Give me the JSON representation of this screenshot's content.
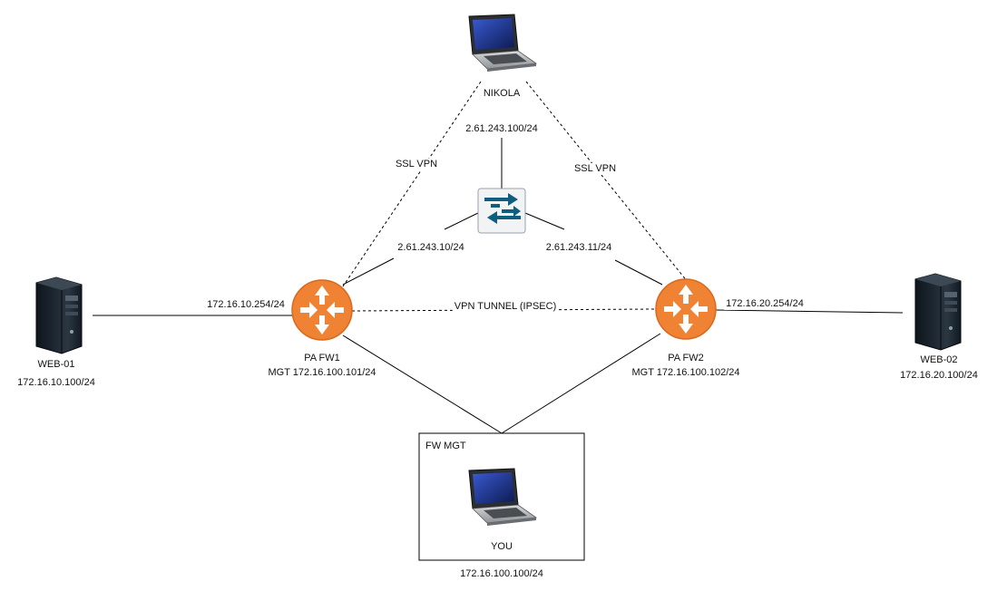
{
  "nodes": {
    "nikola": {
      "name": "NIKOLA",
      "ip": "2.61.243.100/24",
      "icon": "laptop-icon"
    },
    "switch": {
      "icon": "switch-icon",
      "left_ip": "2.61.243.10/24",
      "right_ip": "2.61.243.11/24"
    },
    "fw1": {
      "name": "PA FW1",
      "mgt": "MGT 172.16.100.101/24",
      "inside_ip": "172.16.10.254/24",
      "icon": "router-icon"
    },
    "fw2": {
      "name": "PA FW2",
      "mgt": "MGT 172.16.100.102/24",
      "inside_ip": "172.16.20.254/24",
      "icon": "router-icon"
    },
    "web01": {
      "name": "WEB-01",
      "ip": "172.16.10.100/24",
      "icon": "server-icon"
    },
    "web02": {
      "name": "WEB-02",
      "ip": "172.16.20.100/24",
      "icon": "server-icon"
    },
    "you": {
      "box_title": "FW MGT",
      "name": "YOU",
      "ip": "172.16.100.100/24",
      "icon": "laptop-icon"
    }
  },
  "links": {
    "ssl_left": "SSL VPN",
    "ssl_right": "SSL VPN",
    "tunnel": "VPN TUNNEL (IPSEC)"
  },
  "colors": {
    "router": "#f08233",
    "switch": "#0f5e7f",
    "server": "#1c2630",
    "laptop_screen": "#1e3a8a",
    "line": "#000000"
  }
}
